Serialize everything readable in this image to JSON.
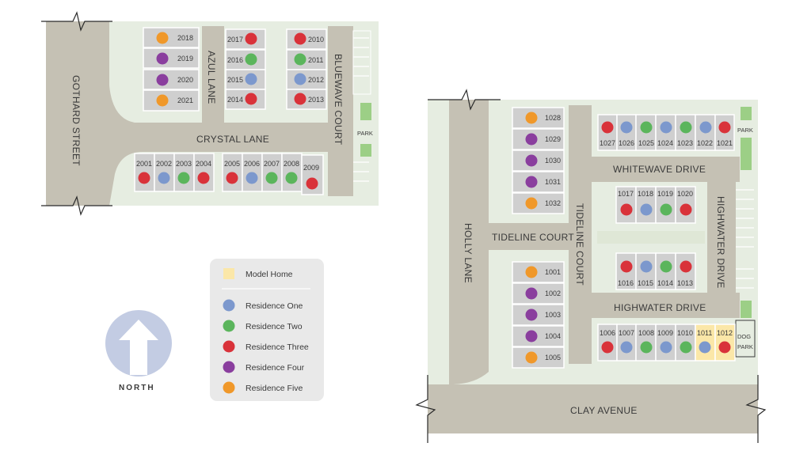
{
  "roads": {
    "gothard_street": "GOTHARD STREET",
    "azul_lane": "AZUL LANE",
    "crystal_lane": "CRYSTAL LANE",
    "bluewave_court": "BLUEWAVE COURT",
    "holly_lane": "HOLLY LANE",
    "tideline_court_h": "TIDELINE COURT",
    "tideline_court_v": "TIDELINE COURT",
    "whitewave_drive": "WHITEWAVE DRIVE",
    "highwater_drive_h": "HIGHWATER DRIVE",
    "highwater_drive_v": "HIGHWATER DRIVE",
    "clay_avenue": "CLAY AVENUE"
  },
  "parks": {
    "park_left": "PARK",
    "park_right": "PARK",
    "dog_park_line1": "DOG",
    "dog_park_line2": "PARK"
  },
  "legend": {
    "model_home": "Model Home",
    "items": [
      {
        "key": "r1",
        "label": "Residence One"
      },
      {
        "key": "r2",
        "label": "Residence Two"
      },
      {
        "key": "r3",
        "label": "Residence Three"
      },
      {
        "key": "r4",
        "label": "Residence Four"
      },
      {
        "key": "r5",
        "label": "Residence Five"
      }
    ]
  },
  "north_label": "NORTH",
  "colors": {
    "r1": "#7c98cd",
    "r2": "#5bb55c",
    "r3": "#d9323a",
    "r4": "#8a3e9e",
    "r5": "#f0982a",
    "model_home": "#fbe7a8",
    "road": "#c5c1b4",
    "grass": "#e6ede1",
    "lot": "#cfcfcf",
    "park": "#9ccf86"
  },
  "lots": {
    "l2018": {
      "number": "2018",
      "residence": "r5"
    },
    "l2019": {
      "number": "2019",
      "residence": "r4"
    },
    "l2020": {
      "number": "2020",
      "residence": "r4"
    },
    "l2021": {
      "number": "2021",
      "residence": "r5"
    },
    "l2017": {
      "number": "2017",
      "residence": "r3"
    },
    "l2016": {
      "number": "2016",
      "residence": "r2"
    },
    "l2015": {
      "number": "2015",
      "residence": "r1"
    },
    "l2014": {
      "number": "2014",
      "residence": "r3"
    },
    "l2010": {
      "number": "2010",
      "residence": "r3"
    },
    "l2011": {
      "number": "2011",
      "residence": "r2"
    },
    "l2012": {
      "number": "2012",
      "residence": "r1"
    },
    "l2013": {
      "number": "2013",
      "residence": "r3"
    },
    "l2001": {
      "number": "2001",
      "residence": "r3"
    },
    "l2002": {
      "number": "2002",
      "residence": "r1"
    },
    "l2003": {
      "number": "2003",
      "residence": "r2"
    },
    "l2004": {
      "number": "2004",
      "residence": "r3"
    },
    "l2005": {
      "number": "2005",
      "residence": "r3"
    },
    "l2006": {
      "number": "2006",
      "residence": "r1"
    },
    "l2007": {
      "number": "2007",
      "residence": "r2"
    },
    "l2008": {
      "number": "2008",
      "residence": "r2"
    },
    "l2009": {
      "number": "2009",
      "residence": "r3"
    },
    "l1028": {
      "number": "1028",
      "residence": "r5"
    },
    "l1029": {
      "number": "1029",
      "residence": "r4"
    },
    "l1030": {
      "number": "1030",
      "residence": "r4"
    },
    "l1031": {
      "number": "1031",
      "residence": "r4"
    },
    "l1032": {
      "number": "1032",
      "residence": "r5"
    },
    "l1001": {
      "number": "1001",
      "residence": "r5"
    },
    "l1002": {
      "number": "1002",
      "residence": "r4"
    },
    "l1003": {
      "number": "1003",
      "residence": "r4"
    },
    "l1004": {
      "number": "1004",
      "residence": "r4"
    },
    "l1005": {
      "number": "1005",
      "residence": "r5"
    },
    "l1027": {
      "number": "1027",
      "residence": "r3"
    },
    "l1026": {
      "number": "1026",
      "residence": "r1"
    },
    "l1025": {
      "number": "1025",
      "residence": "r2"
    },
    "l1024": {
      "number": "1024",
      "residence": "r1"
    },
    "l1023": {
      "number": "1023",
      "residence": "r2"
    },
    "l1022": {
      "number": "1022",
      "residence": "r1"
    },
    "l1021": {
      "number": "1021",
      "residence": "r3"
    },
    "l1017": {
      "number": "1017",
      "residence": "r3"
    },
    "l1018": {
      "number": "1018",
      "residence": "r1"
    },
    "l1019": {
      "number": "1019",
      "residence": "r2"
    },
    "l1020": {
      "number": "1020",
      "residence": "r3"
    },
    "l1016": {
      "number": "1016",
      "residence": "r3"
    },
    "l1015": {
      "number": "1015",
      "residence": "r1"
    },
    "l1014": {
      "number": "1014",
      "residence": "r2"
    },
    "l1013": {
      "number": "1013",
      "residence": "r3"
    },
    "l1006": {
      "number": "1006",
      "residence": "r3"
    },
    "l1007": {
      "number": "1007",
      "residence": "r1"
    },
    "l1008": {
      "number": "1008",
      "residence": "r2"
    },
    "l1009": {
      "number": "1009",
      "residence": "r1"
    },
    "l1010": {
      "number": "1010",
      "residence": "r2"
    },
    "l1011": {
      "number": "1011",
      "residence": "r1",
      "model_home": true
    },
    "l1012": {
      "number": "1012",
      "residence": "r3",
      "model_home": true
    }
  }
}
